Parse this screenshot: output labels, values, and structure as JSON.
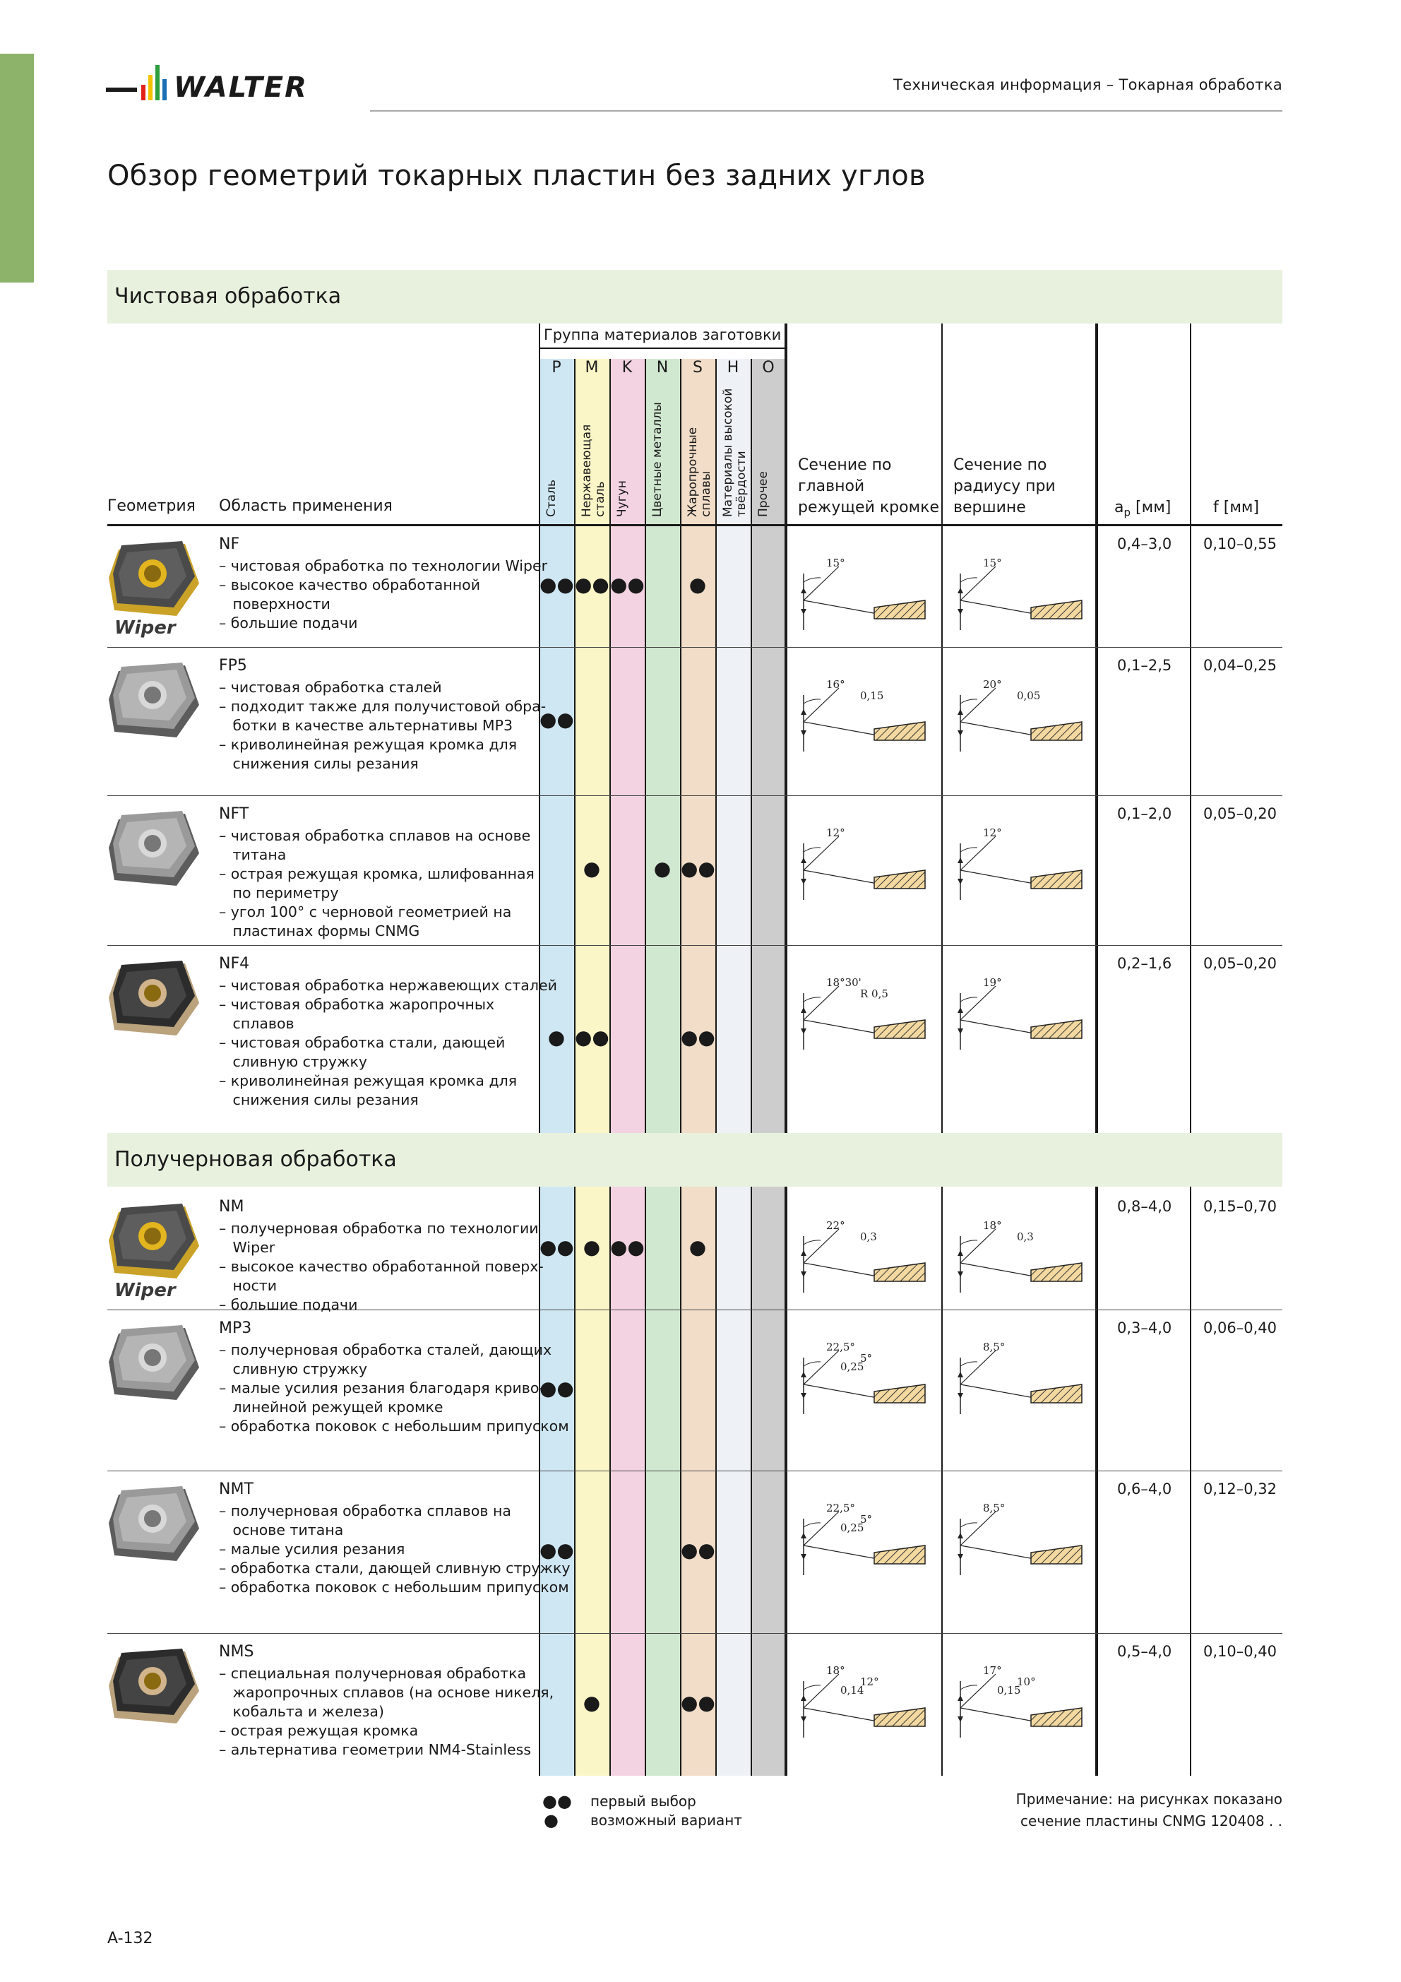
{
  "header": {
    "logo_text": "WALTER",
    "info": "Техническая информация – Токарная обработка"
  },
  "title": "Обзор геометрий токарных пластин без задних углов",
  "sections": {
    "finishing": "Чистовая обработка",
    "semi_roughing": "Получерновая обработка"
  },
  "table_header": {
    "geometry": "Геометрия",
    "application": "Область применения",
    "material_group": "Группа материалов заготовки",
    "letters": [
      "P",
      "M",
      "K",
      "N",
      "S",
      "H",
      "O"
    ],
    "materials": [
      "Сталь",
      "Нержавеющая сталь",
      "Чугун",
      "Цветные металлы",
      "Жаропрочные сплавы",
      "Материалы высокой твёрдости",
      "Прочее"
    ],
    "section_main_1": "Сечение по",
    "section_main_2": "главной",
    "section_main_3": "режущей кромке",
    "section_radius_1": "Сечение по",
    "section_radius_2": "радиусу при",
    "section_radius_3": "вершине",
    "ap_label": "a",
    "ap_sub": "p",
    "ap_unit": " [мм]",
    "f_label": "f [мм]"
  },
  "material_colors": [
    "#cfe7f3",
    "#fbf6c8",
    "#f3d3e1",
    "#d0e8d0",
    "#f1ddc8",
    "#eef2f6",
    "#cdcdcd"
  ],
  "rows": [
    {
      "code": "NF",
      "badge": "Wiper",
      "lines": [
        "– чистовая обработка по технологии Wiper",
        "– высокое качество обработанной",
        "   поверхности",
        "– большие подачи"
      ],
      "marks": [
        "●●",
        "●●",
        "●●",
        "",
        "●",
        "",
        ""
      ],
      "main_angles": [
        "15°"
      ],
      "radius_angles": [
        "15°"
      ],
      "ap": "0,4–3,0",
      "f": "0,10–0,55",
      "insert_color": "gold"
    },
    {
      "code": "FP5",
      "badge": "",
      "lines": [
        "– чистовая обработка сталей",
        "– подходит также для получистовой обра-",
        "   ботки в качестве альтернативы MP3",
        "– криволинейная режущая кромка для",
        "   снижения силы резания"
      ],
      "marks": [
        "●●",
        "",
        "",
        "",
        "",
        "",
        ""
      ],
      "main_angles": [
        "16°",
        "0,15"
      ],
      "radius_angles": [
        "20°",
        "0,05"
      ],
      "ap": "0,1–2,5",
      "f": "0,04–0,25",
      "insert_color": "silver"
    },
    {
      "code": "NFT",
      "badge": "",
      "lines": [
        "– чистовая обработка сплавов на основе",
        "   титана",
        "– острая режущая кромка, шлифованная",
        "   по периметру",
        "– угол 100° с черновой геометрией на",
        "   пластинах формы CNMG"
      ],
      "marks": [
        "",
        "●",
        "",
        "●",
        "●●",
        "",
        ""
      ],
      "main_angles": [
        "12°"
      ],
      "radius_angles": [
        "12°"
      ],
      "ap": "0,1–2,0",
      "f": "0,05–0,20",
      "insert_color": "silver"
    },
    {
      "code": "NF4",
      "badge": "",
      "lines": [
        "– чистовая обработка нержавеющих сталей",
        "– чистовая обработка жаропрочных",
        "   сплавов",
        "– чистовая обработка стали, дающей",
        "   сливную стружку",
        "– криволинейная режущая кромка для",
        "   снижения силы резания"
      ],
      "marks": [
        "●",
        "●●",
        "",
        "",
        "●●",
        "",
        ""
      ],
      "main_angles": [
        "18°30'",
        "R 0,5"
      ],
      "radius_angles": [
        "19°"
      ],
      "ap": "0,2–1,6",
      "f": "0,05–0,20",
      "insert_color": "dark"
    },
    {
      "code": "NM",
      "badge": "Wiper",
      "lines": [
        "– получерновая обработка по технологии",
        "   Wiper",
        "– высокое качество обработанной поверх-",
        "   ности",
        "– большие подачи"
      ],
      "marks": [
        "●●",
        "●",
        "●●",
        "",
        "●",
        "",
        ""
      ],
      "main_angles": [
        "22°",
        "0,3"
      ],
      "radius_angles": [
        "18°",
        "0,3"
      ],
      "ap": "0,8–4,0",
      "f": "0,15–0,70",
      "insert_color": "gold"
    },
    {
      "code": "MP3",
      "badge": "",
      "lines": [
        "– получерновая обработка сталей, дающих",
        "   сливную стружку",
        "– малые усилия резания благодаря криво-",
        "   линейной режущей кромке",
        "– обработка поковок с небольшим припуском"
      ],
      "marks": [
        "●●",
        "",
        "",
        "",
        "",
        "",
        ""
      ],
      "main_angles": [
        "22,5°",
        "5°",
        "0,25"
      ],
      "radius_angles": [
        "8,5°"
      ],
      "ap": "0,3–4,0",
      "f": "0,06–0,40",
      "insert_color": "silver"
    },
    {
      "code": "NMT",
      "badge": "",
      "lines": [
        "– получерновая обработка сплавов на",
        "   основе титана",
        "– малые усилия резания",
        "– обработка стали, дающей сливную стружку",
        "– обработка поковок с небольшим припуском"
      ],
      "marks": [
        "●●",
        "",
        "",
        "",
        "●●",
        "",
        ""
      ],
      "main_angles": [
        "22,5°",
        "5°",
        "0,25"
      ],
      "radius_angles": [
        "8,5°"
      ],
      "ap": "0,6–4,0",
      "f": "0,12–0,32",
      "insert_color": "silver"
    },
    {
      "code": "NMS",
      "badge": "",
      "lines": [
        "– специальная получерновая обработка",
        "   жаропрочных сплавов (на основе никеля,",
        "   кобальта и железа)",
        "– острая режущая кромка",
        "– альтернатива геометрии NM4-Stainless"
      ],
      "marks": [
        "",
        "●",
        "",
        "",
        "●●",
        "",
        ""
      ],
      "main_angles": [
        "18°",
        "12°",
        "0,14"
      ],
      "radius_angles": [
        "17°",
        "10°",
        "0,15"
      ],
      "ap": "0,5–4,0",
      "f": "0,10–0,40",
      "insert_color": "dark"
    }
  ],
  "legend": {
    "first_choice_symbol": "●●",
    "first_choice": "первый выбор",
    "possible_symbol": "●",
    "possible": "возможный вариант"
  },
  "note": {
    "line1": "Примечание: на рисунках показано",
    "line2": "сечение пластины CNMG 120408 . ."
  },
  "page_number": "A-132"
}
